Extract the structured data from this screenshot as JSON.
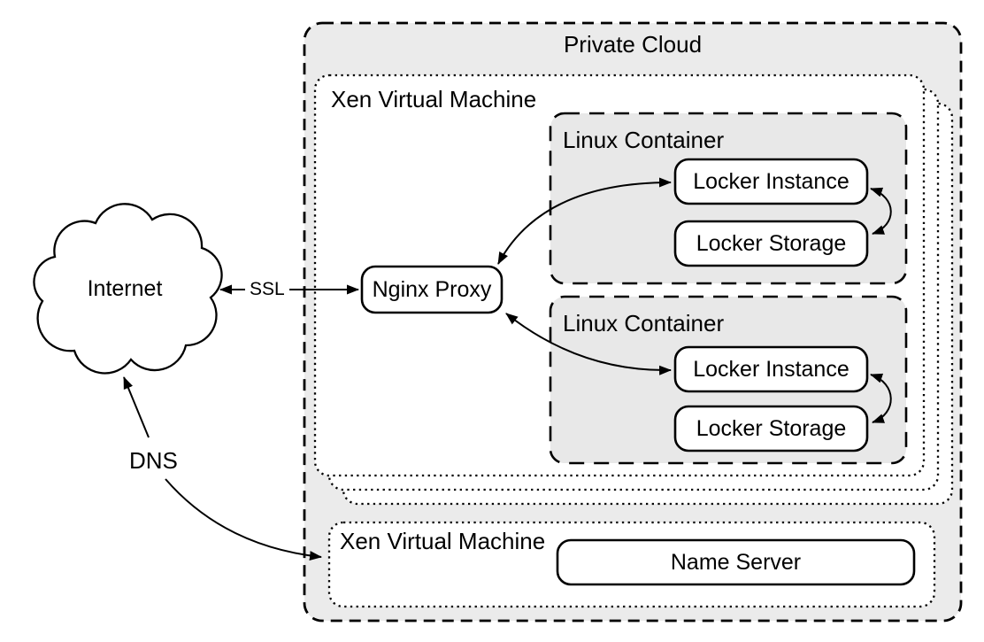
{
  "colors": {
    "panel_fill": "#ebebeb",
    "container_fill": "#e8e8e8",
    "box_fill": "#ffffff",
    "stroke": "#000000"
  },
  "internet": {
    "label": "Internet"
  },
  "connections": {
    "ssl_label": "SSL",
    "dns_label": "DNS"
  },
  "private_cloud": {
    "label": "Private Cloud",
    "app_vm": {
      "label": "Xen Virtual Machine",
      "proxy_label": "Nginx Proxy",
      "containers": [
        {
          "label": "Linux Container",
          "instance_label": "Locker Instance",
          "storage_label": "Locker Storage"
        },
        {
          "label": "Linux Container",
          "instance_label": "Locker Instance",
          "storage_label": "Locker Storage"
        }
      ]
    },
    "dns_vm": {
      "label": "Xen Virtual Machine",
      "name_server_label": "Name Server"
    }
  }
}
